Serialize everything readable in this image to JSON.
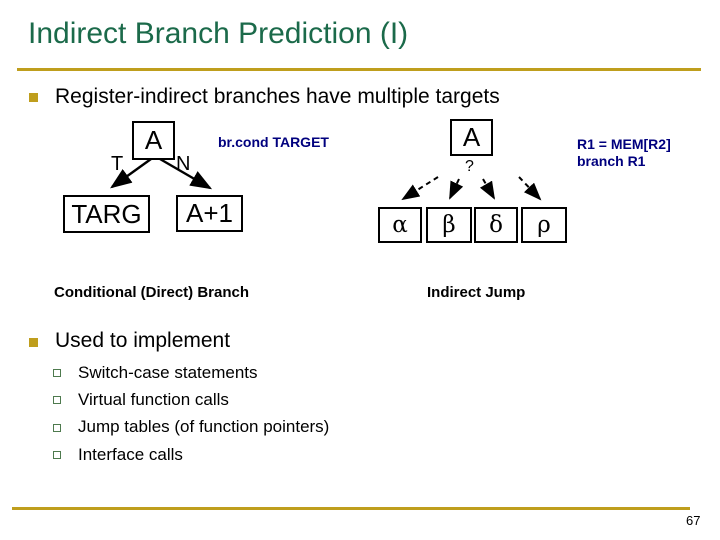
{
  "slide": {
    "title": "Indirect Branch Prediction (I)",
    "bullet_1": "Register-indirect branches have multiple targets",
    "bullet_2": "Used to implement",
    "sub_bullets": [
      "Switch-case statements",
      "Virtual function calls",
      "Jump tables (of function pointers)",
      "Interface calls"
    ],
    "page_number": "67"
  },
  "direct_branch_diagram": {
    "entry_block": "A",
    "taken_label": "T",
    "not_taken_label": "N",
    "taken_target_block": "TARG",
    "fallthrough_block": "A+1",
    "instruction": "br.cond TARGET",
    "caption": "Conditional (Direct) Branch"
  },
  "indirect_jump_diagram": {
    "entry_block": "A",
    "unknown_target_label": "?",
    "target_blocks": [
      "α",
      "β",
      "δ",
      "ρ"
    ],
    "instruction_line_1": "R1 = MEM[R2]",
    "instruction_line_2": "branch R1",
    "caption": "Indirect Jump"
  },
  "colors": {
    "title_green": "#1B6A4A",
    "accent_gold": "#BF9E1D",
    "code_navy": "#00007E",
    "sub_bullet_green": "#4E7A4E"
  }
}
